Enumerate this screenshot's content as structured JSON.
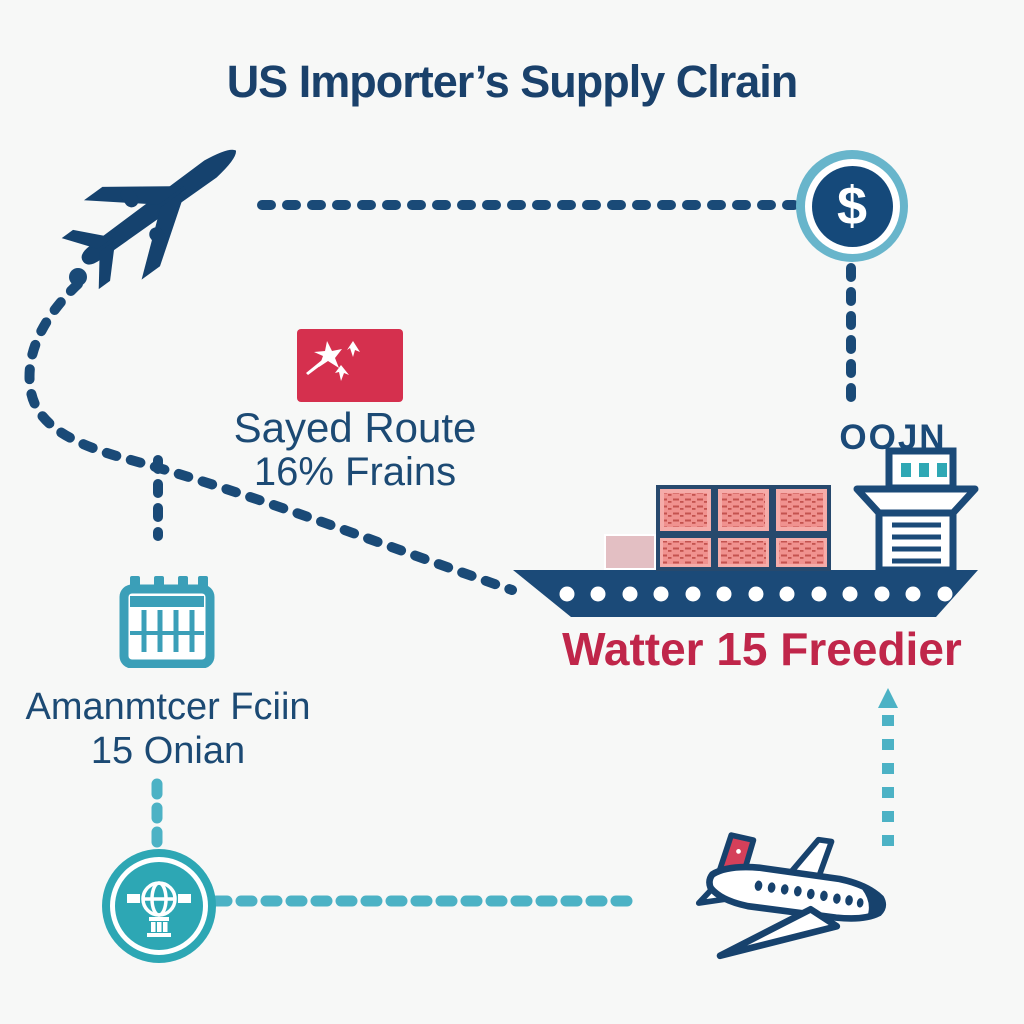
{
  "title": "US Importer’s Supply Clrain",
  "colors": {
    "navy": "#1b4a78",
    "navy_text": "#1c4a74",
    "teal_dash": "#4cb2c5",
    "teal_circle": "#2da7b4",
    "factory_teal": "#3b9fb8",
    "crimson_text": "#c0264a",
    "flag_red": "#d5304e",
    "container_salmon": "#f0928f",
    "container_pink": "#e3bfc3",
    "coin_ring": "#68b5cb",
    "background": "#f7f8f7"
  },
  "nodes": {
    "origin_flag": {
      "label_line1": "Sayed Route",
      "label_line2": "16% Frains"
    },
    "factory": {
      "label_line1": "Amanmtcer Fciin",
      "label_line2": "15 Onian"
    },
    "ship": {
      "label": "Watter 15 Freedier",
      "port_sign": "OOJN"
    },
    "payment": {
      "symbol": "$"
    }
  },
  "icons": {
    "airplane-solid-icon": "navy airplane silhouette, nose up-right",
    "dollar-icon": "$ coin in teal ring",
    "flag-icon": "crimson flag with white star marks",
    "factory-icon": "teal factory/calendar grid",
    "cargo-ship-icon": "navy container ship with salmon containers and bridge tower",
    "globe-icon": "white globe on stand in teal circle",
    "airplane-outline-icon": "navy outlined airplane with red tail",
    "arrow-up-icon": "teal upward arrowhead"
  }
}
